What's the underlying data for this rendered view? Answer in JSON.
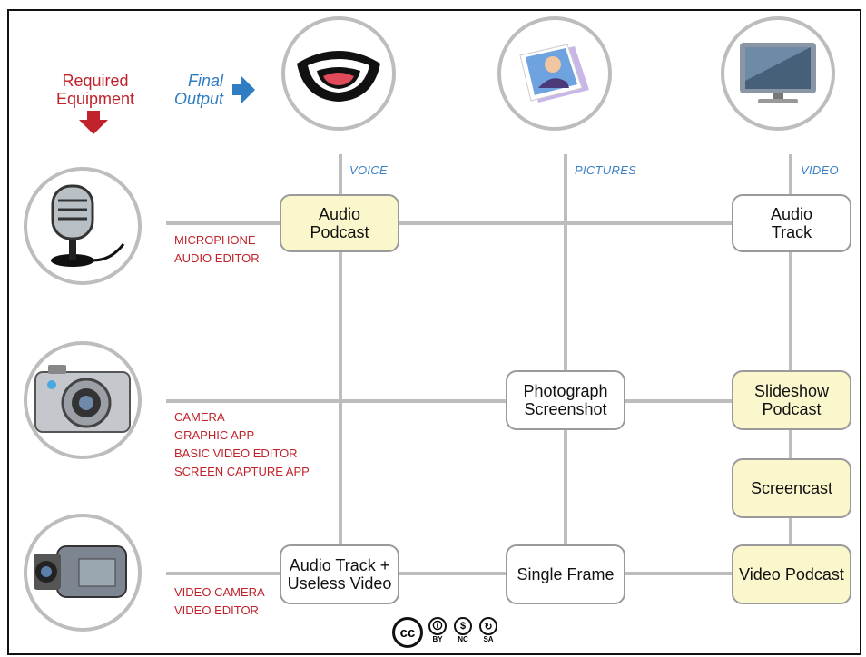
{
  "header": {
    "required_equipment": "Required\nEquipment",
    "final_output": "Final\nOutput"
  },
  "media": {
    "voice": "VOICE",
    "pictures": "PICTURES",
    "video": "VIDEO"
  },
  "equipment": {
    "microphone": "MICROPHONE\nAUDIO EDITOR",
    "camera": "CAMERA\nGRAPHIC APP\nBASIC VIDEO EDITOR\nSCREEN CAPTURE APP",
    "video_camera": "VIDEO CAMERA\nVIDEO EDITOR"
  },
  "nodes": {
    "audio_podcast": "Audio\nPodcast",
    "audio_track": "Audio\nTrack",
    "photograph_screenshot": "Photograph\nScreenshot",
    "slideshow_podcast": "Slideshow\nPodcast",
    "screencast": "Screencast",
    "audio_track_useless_video": "Audio Track +\nUseless Video",
    "single_frame": "Single Frame",
    "video_podcast": "Video Podcast"
  },
  "license": {
    "cc": "cc",
    "by": "BY",
    "nc": "NC",
    "sa": "SA"
  },
  "icons": [
    "mouth-icon",
    "photo-icon",
    "tv-monitor-icon",
    "microphone-icon",
    "camera-icon",
    "video-camera-icon",
    "arrow-down-icon",
    "arrow-right-icon"
  ],
  "colors": {
    "equipment_text": "#c0232b",
    "media_label": "#3a7fc4",
    "highlight_box": "#fbf7cc",
    "connector": "#bdbdbd"
  }
}
